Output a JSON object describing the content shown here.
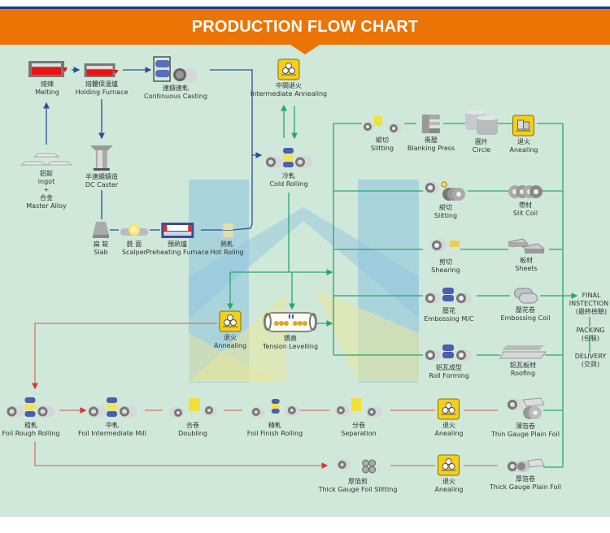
{
  "header": {
    "title": "PRODUCTION FLOW CHART",
    "colors": {
      "banner": "#ec7404",
      "top_line": "#1f3a8a",
      "background": "#cfe8da",
      "blue_line": "#2a4f8f",
      "green_line": "#2aa56a",
      "red_line": "#d9745a"
    }
  },
  "nodes": {
    "melting": {
      "cn": "熔煉",
      "en": "Melting"
    },
    "holding_furnace": {
      "cn": "熔體保溫爐",
      "en": "Holding Furnace"
    },
    "continuous_casting": {
      "cn": "連鑄連軋",
      "en": "Continuous Casting"
    },
    "intermediate_annealing": {
      "cn": "中間退火",
      "en": "Intermediate Annealing"
    },
    "ingot": {
      "cn": "鋁錠",
      "en": "ingot",
      "plus": "+",
      "cn2": "合金",
      "en2": "Master Alloy"
    },
    "dc_caster": {
      "cn": "半連續鑄造",
      "en": "DC Caster"
    },
    "cold_rolling": {
      "cn": "冷軋",
      "en": "Cold Rolling"
    },
    "slab": {
      "cn": "扁 錠",
      "en": "Slab"
    },
    "scalper": {
      "cn": "銑 面",
      "en": "Scalper"
    },
    "preheating_furnace": {
      "cn": "預熱爐",
      "en": "Preheating Furnace"
    },
    "hot_rolling": {
      "cn": "熱軋",
      "en": "Hot Roling"
    },
    "annealing_mid": {
      "cn": "退火",
      "en": "Annealing"
    },
    "tension_levelling": {
      "cn": "矯直",
      "en": "Tension Levelling"
    },
    "slitting_1": {
      "cn": "縱切",
      "en": "Slitting"
    },
    "blanking_press": {
      "cn": "衝壓",
      "en": "Blanking Press"
    },
    "circle": {
      "cn": "圓片",
      "en": "Circle"
    },
    "anealing_circle": {
      "cn": "退火",
      "en": "Anealing"
    },
    "slitting_2": {
      "cn": "縱切",
      "en": "Slitting"
    },
    "slit_coil": {
      "cn": "帶材",
      "en": "Slit Coil"
    },
    "shearing": {
      "cn": "剪切",
      "en": "Shearing"
    },
    "sheets": {
      "cn": "板材",
      "en": "Sheets"
    },
    "embossing_mc": {
      "cn": "壓花",
      "en": "Embossing M/C"
    },
    "embossing_coil": {
      "cn": "壓花卷",
      "en": "Embossing Coil"
    },
    "roll_forming": {
      "cn": "鋁瓦成型",
      "en": "Roll Forming"
    },
    "roofing": {
      "cn": "鋁瓦板材",
      "en": "Roofing"
    },
    "foil_rough": {
      "cn": "粗軋",
      "en": "Foil Rough Rolling"
    },
    "foil_intermediate": {
      "cn": "中軋",
      "en": "Foil Intermediate Mill"
    },
    "doubling": {
      "cn": "合卷",
      "en": "Doubling"
    },
    "foil_finish": {
      "cn": "精軋",
      "en": "Foil Finish Rolling"
    },
    "separation": {
      "cn": "分卷",
      "en": "Separation"
    },
    "anealing_thin": {
      "cn": "退火",
      "en": "Anealing"
    },
    "thin_gauge": {
      "cn": "薄箔卷",
      "en": "Thin Gauge Plain Foil"
    },
    "thick_slitting": {
      "cn": "厚箔剪",
      "en": "Thick Gauge Foil Slitting"
    },
    "anealing_thick": {
      "cn": "退火",
      "en": "Anealing"
    },
    "thick_gauge": {
      "cn": "厚箔卷",
      "en": "Thick Gauge Plain Foil"
    }
  },
  "final_steps": {
    "final1": "FINAL",
    "final2": "INSTECTION",
    "final_cn": "(最終檢驗)",
    "packing": "PACKING",
    "packing_cn": "(包裝)",
    "delivery": "DELIVERY",
    "delivery_cn": "(交貨)"
  }
}
